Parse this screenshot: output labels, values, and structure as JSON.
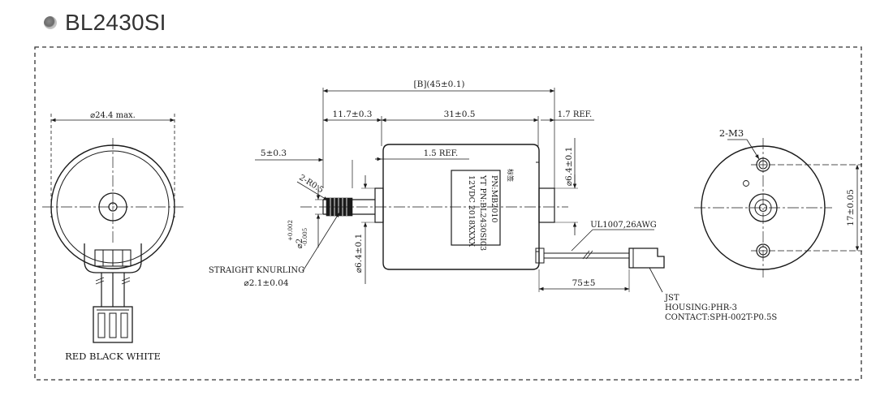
{
  "header": {
    "title": "BL2430SI"
  },
  "front_view": {
    "diameter_label": "⌀24.4 max.",
    "wire_colors": "RED BLACK WHITE"
  },
  "side_view": {
    "overall_length": "[B](45±0.1)",
    "shaft_length": "11.7±0.3",
    "body_length": "31±0.5",
    "ref_right": "1.7 REF.",
    "ref_mid": "1.5 REF.",
    "knurl_length": "5±0.3",
    "chamfer": "2-R0.5",
    "shaft_dia_tol_top": "+0.002",
    "shaft_dia_tol_bottom": "-0.005",
    "shaft_dia_prefix": "⌀2",
    "boss_dia_left": "⌀6.4±0.1",
    "boss_dia_right": "⌀6.4±0.1",
    "knurling_title": "STRAIGHT KNURLING",
    "knurling_dia": "⌀2.1±0.04",
    "wire_spec": "UL1007,26AWG",
    "lead_length": "75±5",
    "connector_brand": "JST",
    "housing": "HOUSING:PHR-3",
    "contact": "CONTACT:SPH-002T-P0.5S",
    "label_lines": [
      "PN:MB2010",
      "YT PN:BL2430SI03",
      "12VDC 2018XXXX"
    ],
    "label_note": "标签"
  },
  "rear_view": {
    "holes_label": "2-M3",
    "hole_spacing": "17±0.05"
  }
}
